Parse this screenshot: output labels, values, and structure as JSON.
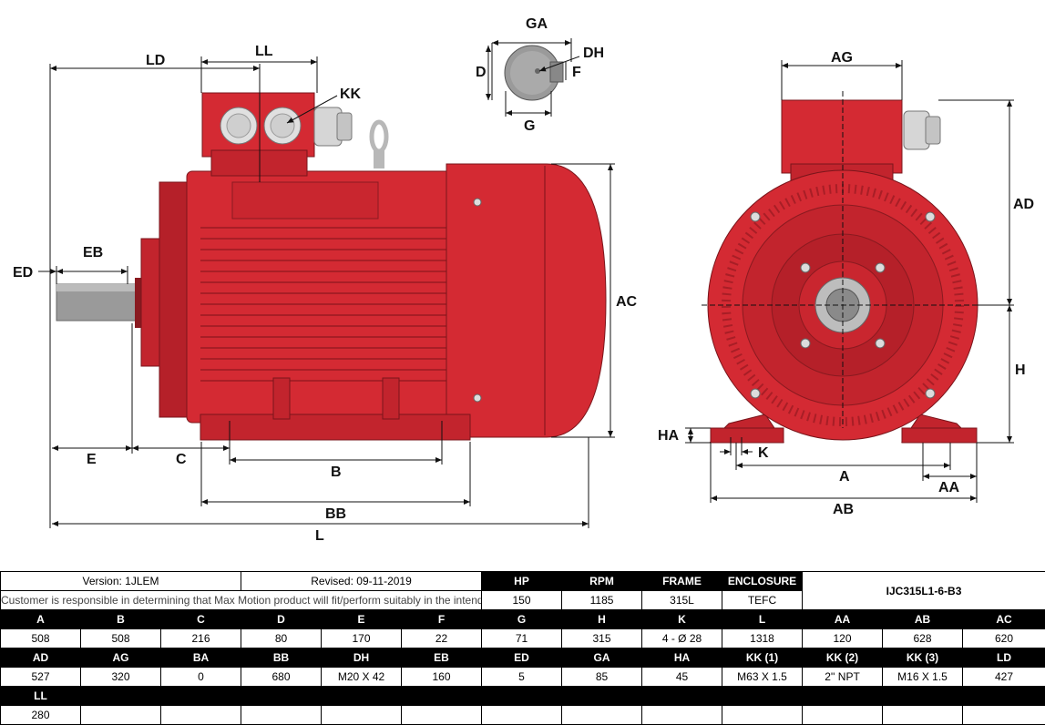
{
  "labels": {
    "LD": "LD",
    "LL": "LL",
    "KK": "KK",
    "GA": "GA",
    "DH": "DH",
    "D": "D",
    "F": "F",
    "G": "G",
    "AG": "AG",
    "AD": "AD",
    "AC": "AC",
    "ED": "ED",
    "EB": "EB",
    "E": "E",
    "C": "C",
    "B": "B",
    "BB": "BB",
    "L": "L",
    "H": "H",
    "HA": "HA",
    "K": "K",
    "A": "A",
    "AA": "AA",
    "AB": "AB"
  },
  "colors": {
    "motor": "#d42a33",
    "motor_dark": "#a81e26",
    "motor_light": "#e8474f",
    "shaft": "#9a9a9a",
    "header_bg": "#000000"
  },
  "info": {
    "version": "Version: 1JLEM",
    "revised": "Revised: 09-11-2019",
    "note": "Customer is responsible in determining that Max Motion product will fit/perform suitably in the intended application",
    "model": "IJC315L1-6-B3"
  },
  "summary": {
    "headers": [
      "HP",
      "RPM",
      "FRAME",
      "ENCLOSURE"
    ],
    "values": [
      "150",
      "1185",
      "315L",
      "TEFC"
    ]
  },
  "dims1": {
    "headers": [
      "A",
      "B",
      "C",
      "D",
      "E",
      "F",
      "G",
      "H",
      "K",
      "L",
      "AA",
      "AB",
      "AC"
    ],
    "values": [
      "508",
      "508",
      "216",
      "80",
      "170",
      "22",
      "71",
      "315",
      "4 - Ø 28",
      "1318",
      "120",
      "628",
      "620"
    ]
  },
  "dims2": {
    "headers": [
      "AD",
      "AG",
      "BA",
      "BB",
      "DH",
      "EB",
      "ED",
      "GA",
      "HA",
      "KK (1)",
      "KK (2)",
      "KK (3)",
      "LD"
    ],
    "values": [
      "527",
      "320",
      "0",
      "680",
      "M20 X 42",
      "160",
      "5",
      "85",
      "45",
      "M63 X 1.5",
      "2'' NPT",
      "M16 X 1.5",
      "427"
    ]
  },
  "dims3": {
    "headers": [
      "LL"
    ],
    "values": [
      "280"
    ]
  }
}
